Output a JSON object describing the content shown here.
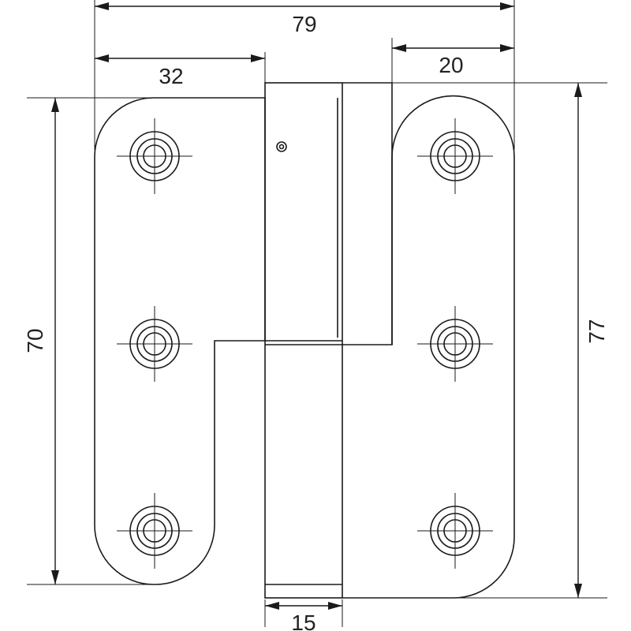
{
  "drawing": {
    "dimensions": {
      "overall_width": "79",
      "left_leaf_width": "32",
      "right_leaf_width": "20",
      "left_leaf_height": "70",
      "right_leaf_height": "77",
      "knuckle_width": "15"
    }
  }
}
